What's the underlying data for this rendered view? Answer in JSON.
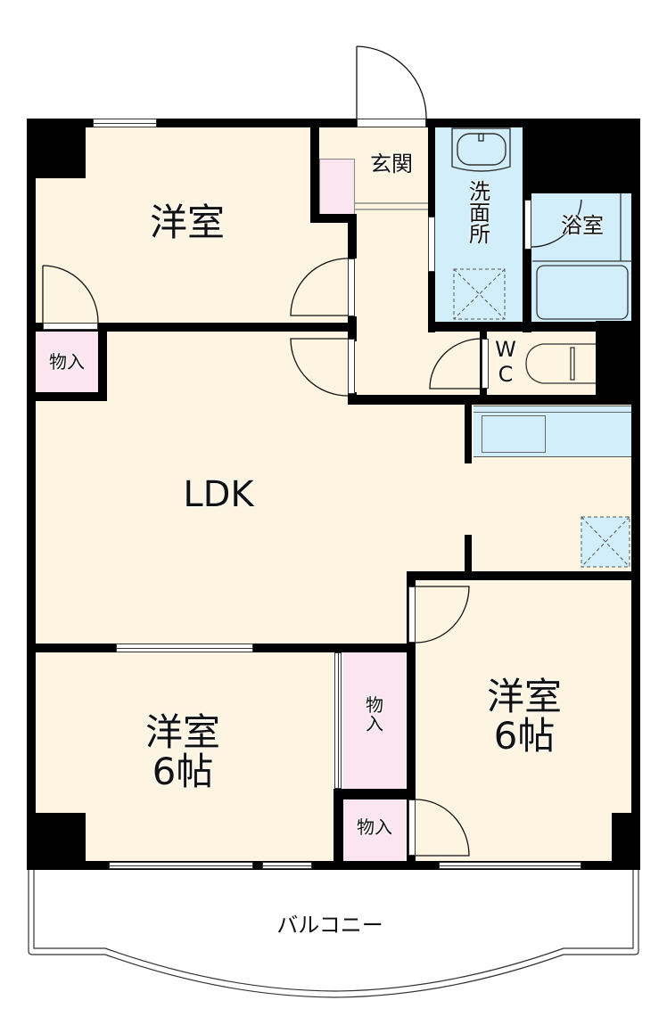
{
  "floor_plan": {
    "title": "Apartment floor plan (3LDK)",
    "colors": {
      "wall": "#000000",
      "living_area": "#fdf5e2",
      "wet_area": "#d2eefb",
      "storage": "#fbe6ef",
      "background": "#ffffff"
    },
    "rooms": {
      "western_room_top": {
        "label": "洋室",
        "size": ""
      },
      "entrance": {
        "label": "玄関"
      },
      "washroom": {
        "label": "洗\n面\n所"
      },
      "bathroom": {
        "label": "浴室"
      },
      "toilet": {
        "label": "W\nC"
      },
      "ldk": {
        "label": "LDK"
      },
      "storage_top_left": {
        "label": "物入"
      },
      "western_room_bottom_left": {
        "label": "洋室\n6帖",
        "size": "6帖"
      },
      "storage_tall": {
        "label": "物\n入"
      },
      "storage_small": {
        "label": "物入"
      },
      "western_room_bottom_right": {
        "label": "洋室\n6帖",
        "size": "6帖"
      },
      "balcony": {
        "label": "バルコニー"
      }
    },
    "fixtures": [
      "wash-basin",
      "washing-machine-space",
      "bathtub",
      "toilet",
      "kitchen-sink-counter",
      "refrigerator-space"
    ]
  }
}
